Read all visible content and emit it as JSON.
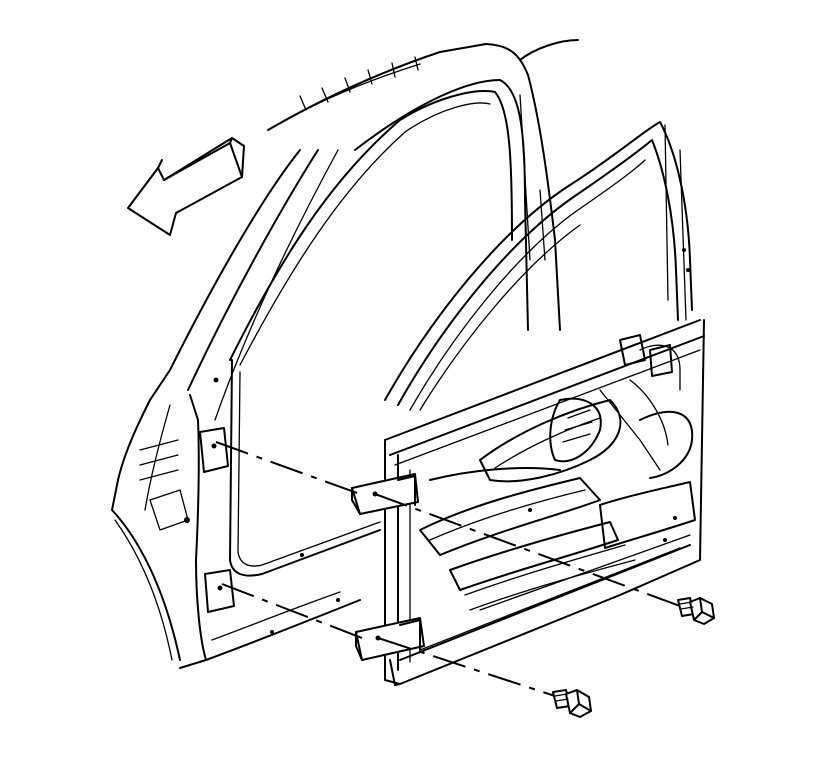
{
  "diagram": {
    "kind": "exploded-view line drawing",
    "colors": {
      "line": "#000000",
      "background": "#ffffff"
    },
    "parts": [
      {
        "name": "vehicle-body-door-opening"
      },
      {
        "name": "front-door-assembly"
      },
      {
        "name": "upper-hinge-bolt"
      },
      {
        "name": "lower-hinge-bolt"
      },
      {
        "name": "direction-arrow-icon",
        "icon": "arrow-pointing-forward"
      }
    ]
  }
}
